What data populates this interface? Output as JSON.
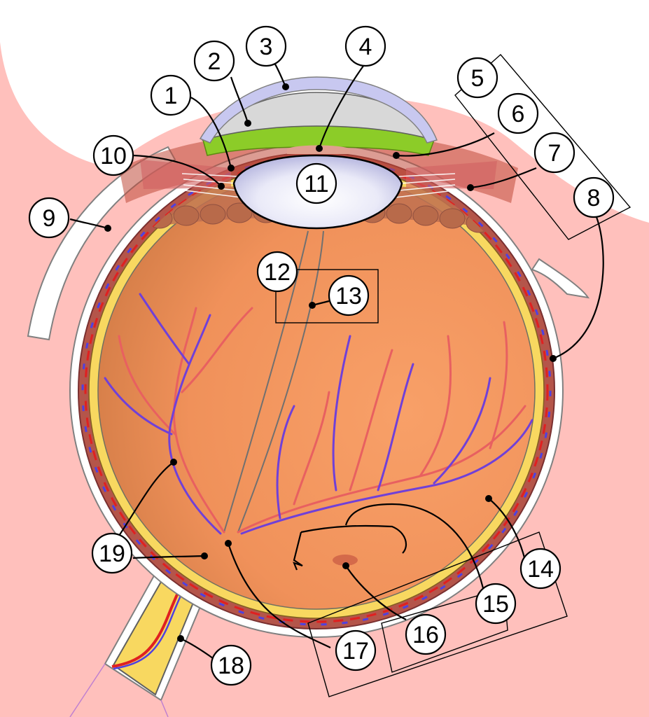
{
  "labels": {
    "l1": "1",
    "l2": "2",
    "l3": "3",
    "l4": "4",
    "l5": "5",
    "l6": "6",
    "l7": "7",
    "l8": "8",
    "l9": "9",
    "l10": "10",
    "l11": "11",
    "l12": "12",
    "l13": "13",
    "l14": "14",
    "l15": "15",
    "l16": "16",
    "l17": "17",
    "l18": "18",
    "l19": "19"
  },
  "colors": {
    "background_pink": "#ffc0bc",
    "vitreous": "#f0915a",
    "choroid": "#b4554a",
    "retina_yellow": "#f8d860",
    "sclera": "#ffffff",
    "cornea": "#c8c8f0",
    "iris_green": "#8ccc28",
    "artery": "#e85050",
    "vein": "#7040d8",
    "optic_nerve": "#f8d860"
  }
}
